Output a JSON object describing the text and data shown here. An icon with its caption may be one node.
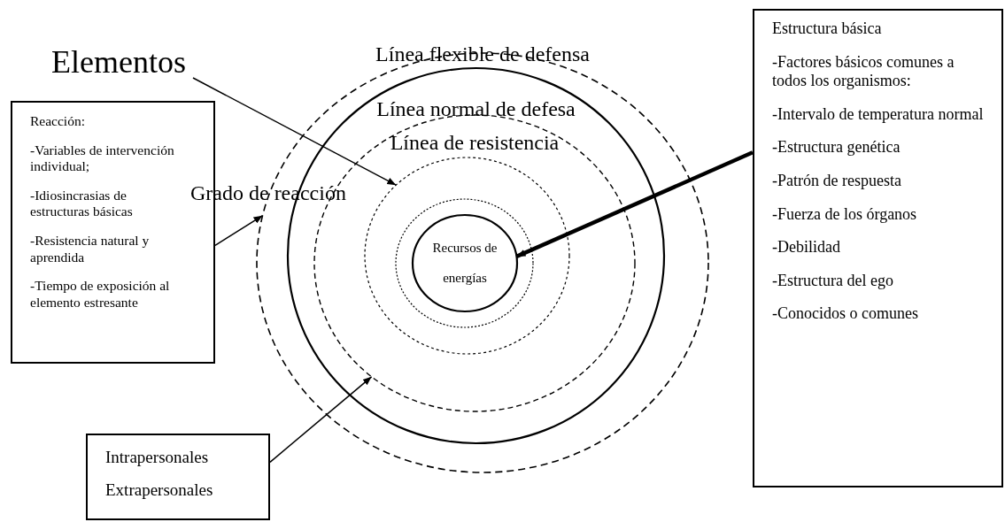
{
  "diagram": {
    "nodes": [
      {
        "text": [
          "Elementos"
        ]
      },
      {
        "text": [
          "Reacción:",
          "-Variables de intervención individual;",
          "-Idiosincrasias de estructuras básicas",
          "-Resistencia natural y aprendida",
          "-Tiempo de exposición al elemento estresante"
        ]
      },
      {
        "text": [
          "Intrapersonales",
          "Extrapersonales"
        ]
      },
      {
        "text": [
          "Estructura básica",
          "-Factores básicos comunes a todos los organismos:",
          "-Intervalo de temperatura normal",
          "-Estructura genética",
          "-Patrón de respuesta",
          "-Fuerza de los órganos",
          "-Debilidad",
          "-Estructura del ego",
          "-Conocidos o comunes"
        ]
      },
      {
        "text": [
          "Línea flexible de defensa"
        ]
      },
      {
        "text": [
          "Línea normal de defesa"
        ],
        "in": 4
      },
      {
        "text": [
          "Línea de resistencia"
        ],
        "in": 5
      },
      {
        "text": [],
        "shape": "circle",
        "in": 6
      },
      {
        "text": [],
        "shape": "circle",
        "in": 7
      },
      {
        "text": [
          "Recursos de energías"
        ],
        "in": 8
      }
    ],
    "edges": [
      {
        "from": 0,
        "to": 7,
        "arrow": "to"
      },
      {
        "from": 1,
        "to": 4,
        "arrow": "to"
      },
      {
        "from": 2,
        "to": 6,
        "arrow": "to"
      },
      {
        "from": 3,
        "to": 9,
        "arrow": "to",
        "style": "thick"
      }
    ],
    "labels": [
      "Grado de reacción"
    ]
  }
}
